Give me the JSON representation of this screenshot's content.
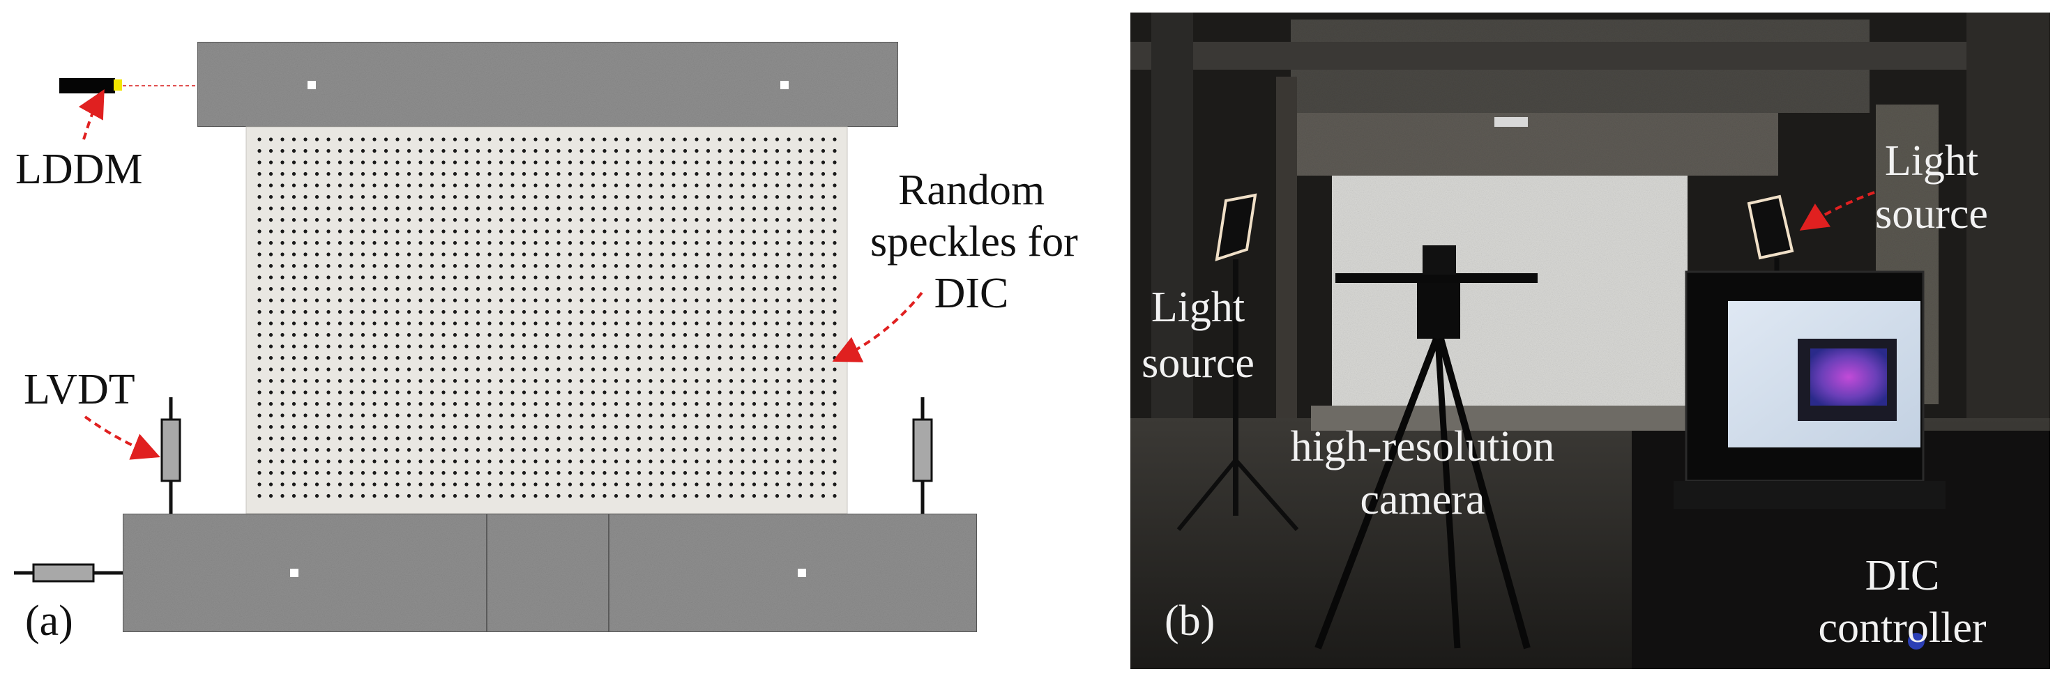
{
  "colors": {
    "concrete": "#8f8f8f",
    "concrete_edge": "#5a5a5a",
    "wall": "#e9e7e2",
    "speckle": "#1a1a1a",
    "arrow": "#e02020",
    "photo_bg": "#1c1b19",
    "sensor_yellow": "#f2e600"
  },
  "panel_a": {
    "label": "(a)",
    "lddm": "LDDM",
    "lvdt": "LVDT",
    "speckle_label": [
      "Random",
      "speckles for",
      "DIC"
    ]
  },
  "panel_b": {
    "label": "(b)",
    "light_left": [
      "Light",
      "source"
    ],
    "light_right": [
      "Light",
      "source"
    ],
    "camera": [
      "high-resolution",
      "camera"
    ],
    "controller": [
      "DIC",
      "controller"
    ]
  }
}
